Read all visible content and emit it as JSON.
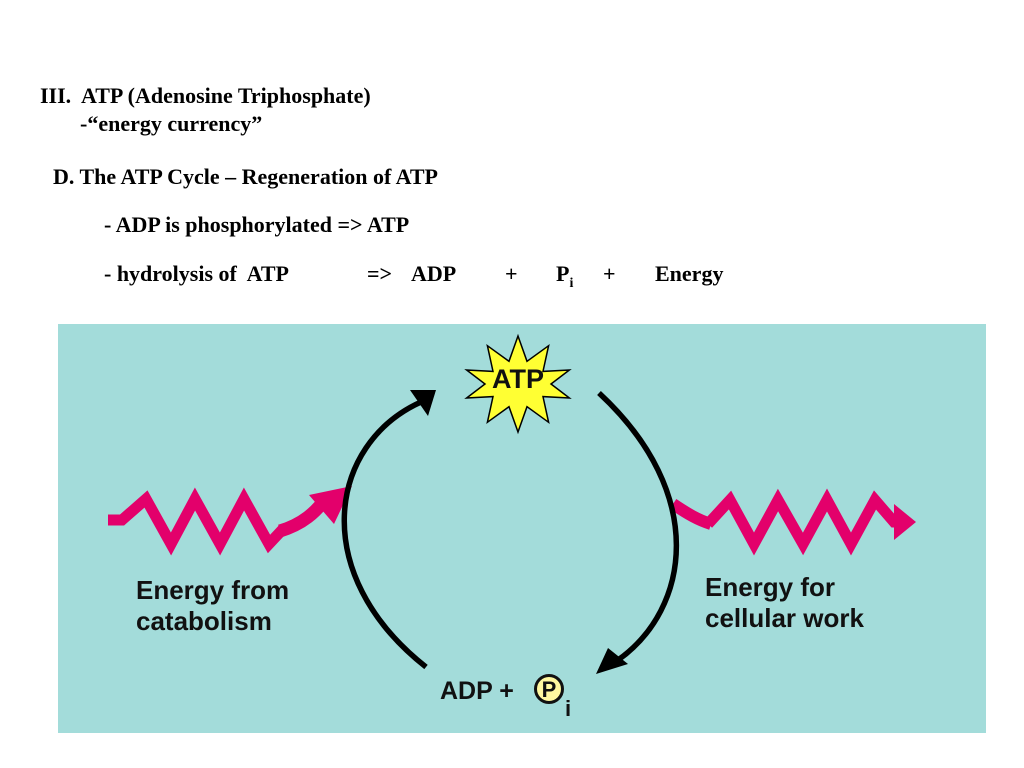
{
  "heading": {
    "section": "III.",
    "title": "ATP (Adenosine Triphosphate)",
    "subtitle": "-“energy currency”"
  },
  "subsection": {
    "title": "D. The ATP Cycle – Regeneration of ATP",
    "point1": "- ADP is phosphorylated => ATP",
    "point2": {
      "lead": "- hydrolysis of  ATP",
      "arrow": "=>",
      "adp": "ADP",
      "plus1": "+",
      "p": "P",
      "p_sub": "i",
      "plus2": "+",
      "energy": "Energy"
    }
  },
  "diagram": {
    "atp_label": "ATP",
    "left_label": "Energy from\ncatabolism",
    "right_label": "Energy for\ncellular work",
    "adp_label": "ADP +",
    "phosphate_symbol": "P",
    "phosphate_sub": "i",
    "colors": {
      "background": "#a3dcda",
      "energy_arrow": "#e3006b",
      "starburst": "#ffff33",
      "cycle_arrow": "#000000"
    },
    "icons": [
      "starburst-icon",
      "zigzag-arrow-icon",
      "curved-arrow-icon"
    ]
  }
}
